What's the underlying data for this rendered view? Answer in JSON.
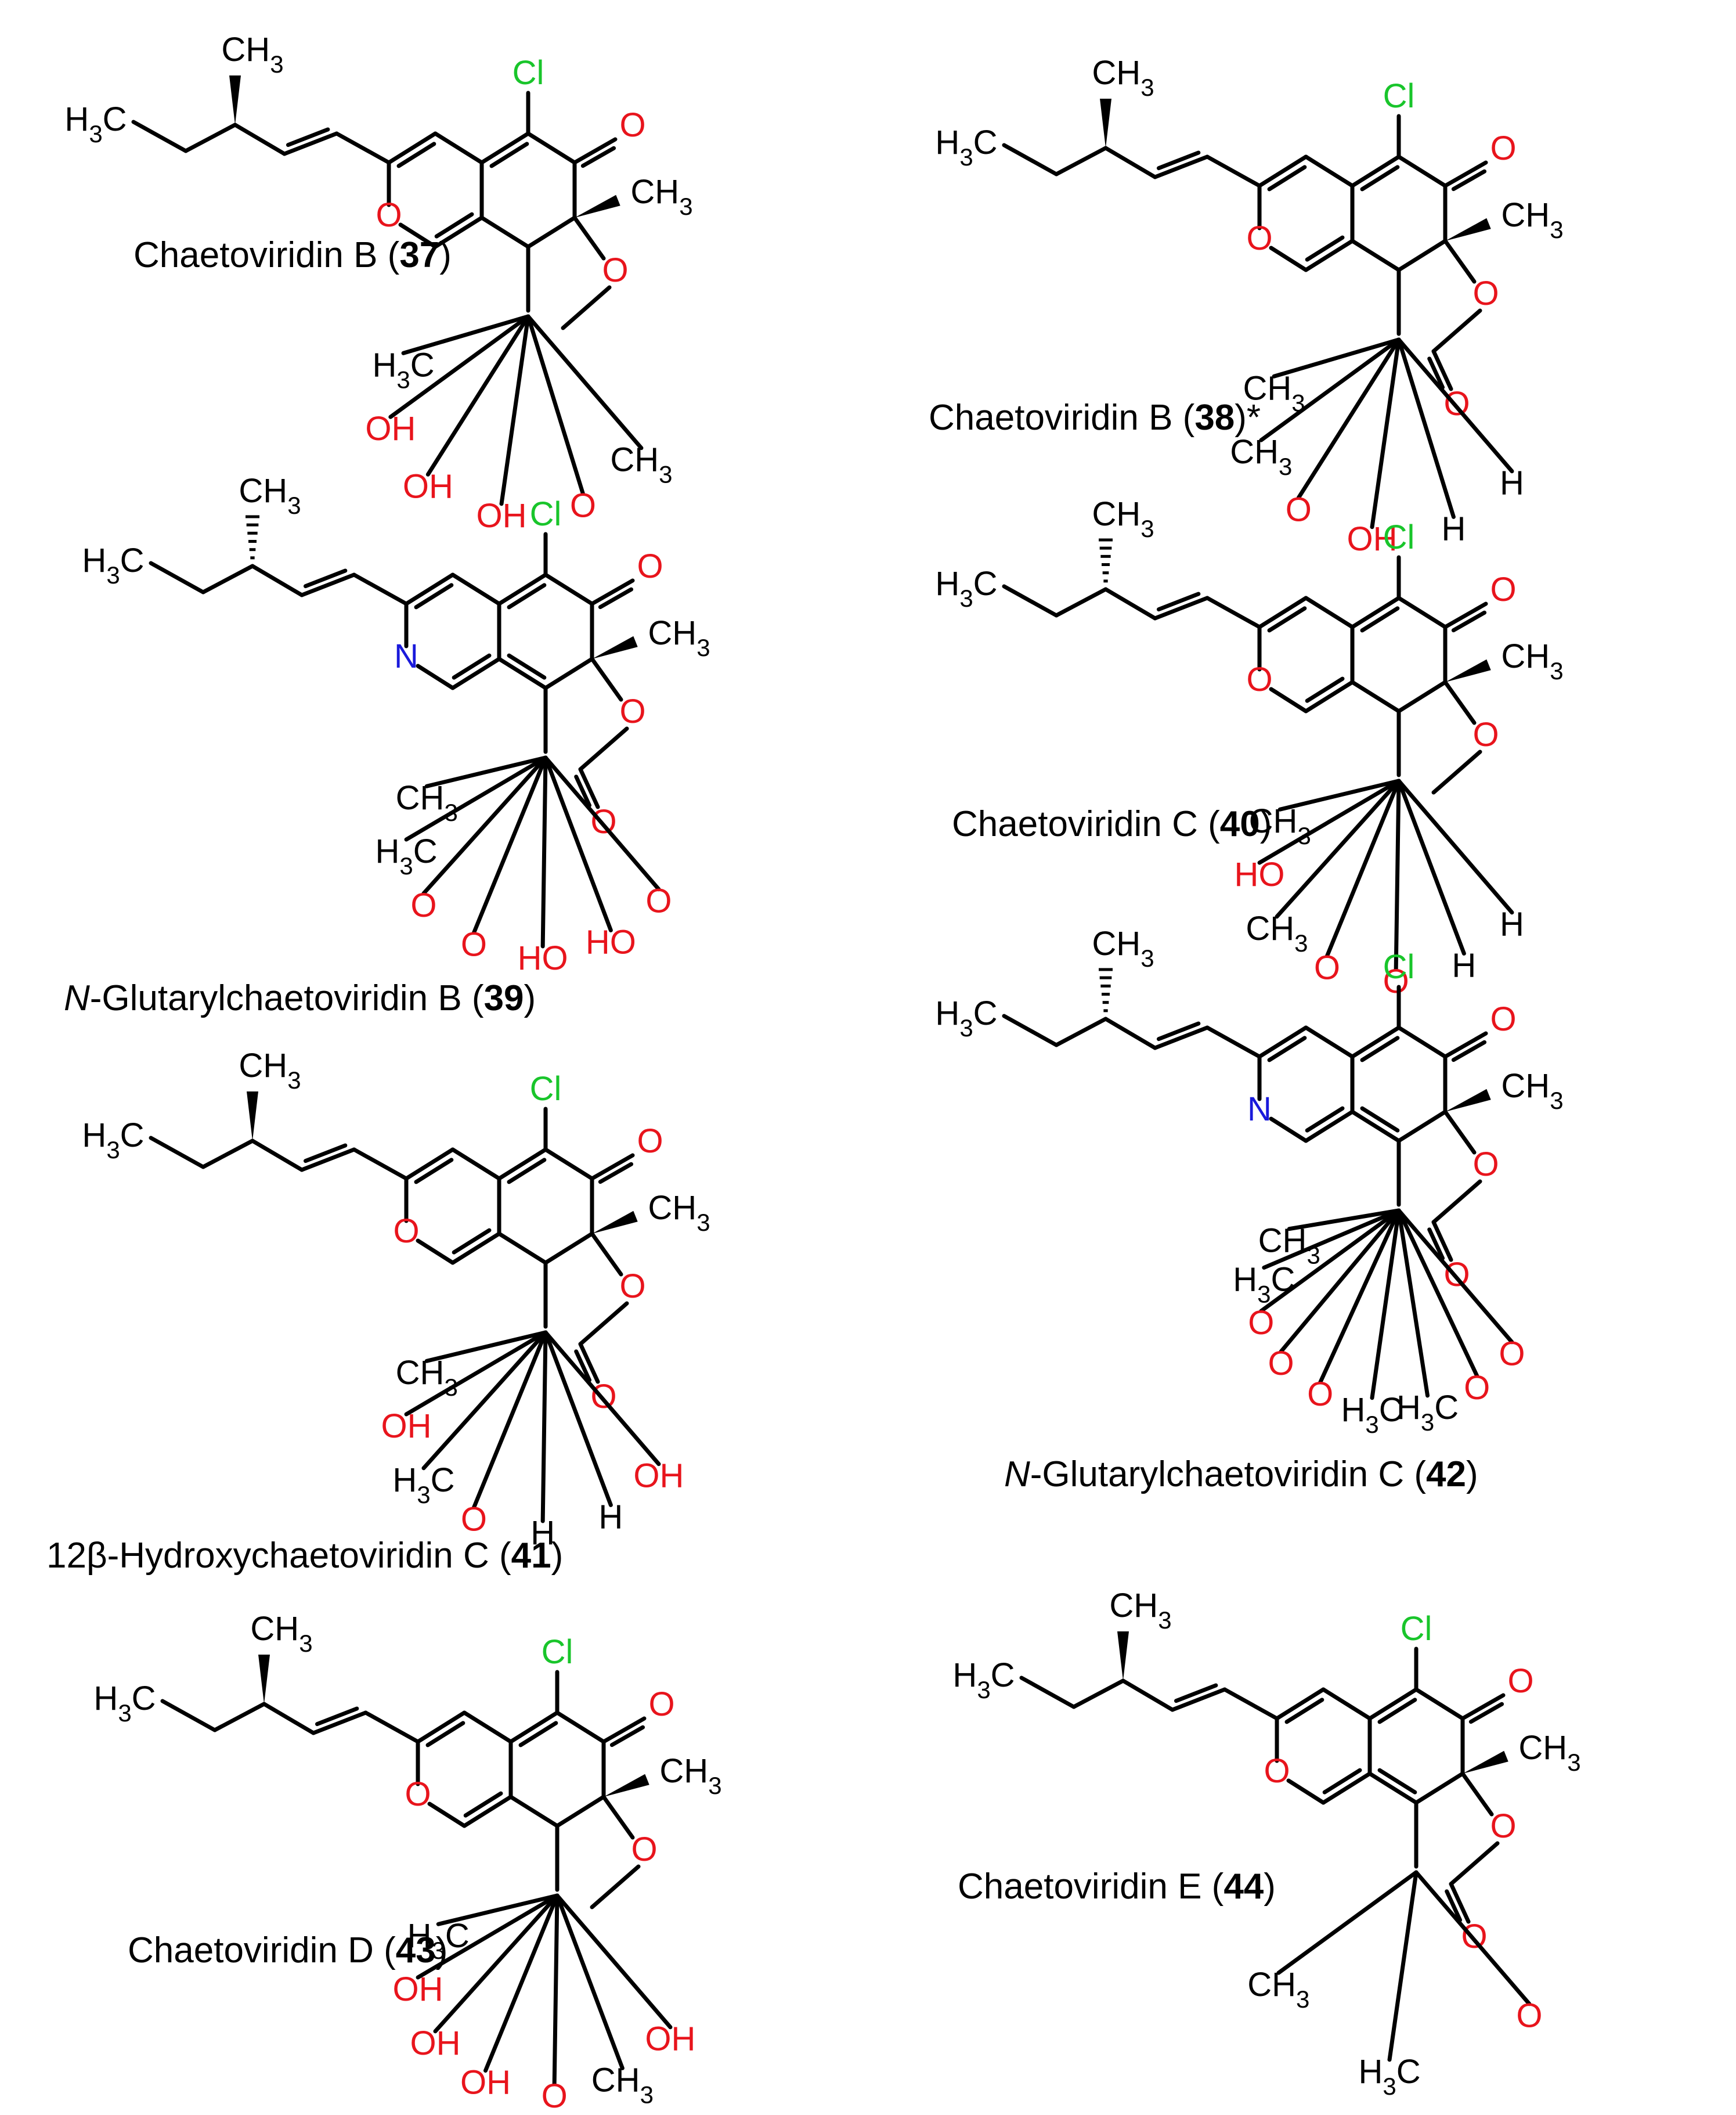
{
  "compounds": [
    {
      "name_prefix": "",
      "name_italic": "",
      "name_main": "Chaetoviridin B (",
      "number": "37",
      "name_suffix": ")",
      "atoms": {
        "cl": "Cl",
        "methyl_top": "CH3",
        "h3c_left": "H3C",
        "o_ring": "O",
        "o_keto": "O",
        "ch3_ring": "CH3",
        "o_furan": "O",
        "ch3_side": "CH3",
        "o_acid": "O",
        "oh_acid": "OH",
        "oh_mid": "OH",
        "oh_side": "OH",
        "h3c_bottom": "H3C"
      }
    },
    {
      "name_prefix": "",
      "name_italic": "",
      "name_main": "Chaetoviridin B (",
      "number": "38",
      "name_suffix": ")*",
      "atoms": {
        "cl": "Cl",
        "methyl_top": "CH3",
        "h3c_left": "H3C",
        "o_ring": "O",
        "o_keto": "O",
        "ch3_ring": "CH3",
        "o_furan": "O",
        "h1": "H",
        "h2": "H",
        "oh": "OH",
        "o_lac_co": "O",
        "o_lac": "O",
        "ch3_a": "CH3",
        "ch3_b": "CH3"
      }
    },
    {
      "name_prefix": "",
      "name_italic": "N",
      "name_main": "-Glutarylchaetoviridin B (",
      "number": "39",
      "name_suffix": ")",
      "atoms": {
        "cl": "Cl",
        "methyl_top": "CH3",
        "h3c_left": "H3C",
        "n": "N",
        "o_keto": "O",
        "ch3_ring": "CH3",
        "o_furan": "O",
        "o_lac": "O",
        "o_acid1": "O",
        "ho_acid1": "HO",
        "ho_acid2": "HO",
        "o_acid2": "O",
        "o_acyl": "O",
        "h3c_vinyl": "H3C",
        "ch3_vinyl": "CH3"
      }
    },
    {
      "name_prefix": "",
      "name_italic": "",
      "name_main": "Chaetoviridin C (",
      "number": "40",
      "name_suffix": ")",
      "atoms": {
        "cl": "Cl",
        "methyl_top": "CH3",
        "h3c_left": "H3C",
        "o_ring": "O",
        "o_keto": "O",
        "ch3_ring": "CH3",
        "o_furan": "O",
        "h1": "H",
        "h2": "H",
        "o_ketone": "O",
        "o_side": "O",
        "ch3_side": "CH3",
        "ho_side": "HO",
        "ch3_end": "CH3"
      }
    },
    {
      "name_prefix": "12β-Hydroxy",
      "name_italic": "",
      "name_main": "chaetoviridin C (",
      "number": "41",
      "name_suffix": ")",
      "atoms": {
        "cl": "Cl",
        "methyl_top": "CH3",
        "h3c_left": "H3C",
        "oh_left": "OH",
        "o_ring": "O",
        "o_keto": "O",
        "ch3_ring": "CH3",
        "o_furan": "O",
        "o_lac": "O",
        "h1": "H",
        "h2": "H",
        "o_side": "O",
        "h3c_side": "H3C",
        "oh_side": "OH",
        "ch3_end": "CH3"
      }
    },
    {
      "name_prefix": "",
      "name_italic": "N",
      "name_main": "-Glutarylchaetoviridin C (",
      "number": "42",
      "name_suffix": ")",
      "atoms": {
        "cl": "Cl",
        "methyl_top": "CH3",
        "h3c_left": "H3C",
        "n": "N",
        "o_keto": "O",
        "ch3_ring": "CH3",
        "o_furan": "O",
        "o_lac": "O",
        "o_ester1": "O",
        "o_ester1b": "O",
        "h3c_ester1": "H3C",
        "h3c_ester2": "H3C",
        "o_ester2": "O",
        "o_ester2b": "O",
        "o_acyl": "O",
        "h3c_vinyl": "H3C",
        "ch3_vinyl": "CH3"
      }
    },
    {
      "name_prefix": "",
      "name_italic": "",
      "name_main": "Chaetoviridin D (",
      "number": "43",
      "name_suffix": ")",
      "atoms": {
        "cl": "Cl",
        "methyl_top": "CH3",
        "h3c_left": "H3C",
        "oh_left": "OH",
        "o_ring": "O",
        "o_keto": "O",
        "ch3_ring": "CH3",
        "o_furan": "O",
        "ch3_side": "CH3",
        "o_acid": "O",
        "oh_acid": "OH",
        "oh_mid": "OH",
        "oh_side": "OH",
        "h3c_bottom": "H3C"
      }
    },
    {
      "name_prefix": "",
      "name_italic": "",
      "name_main": "Chaetoviridin E (",
      "number": "44",
      "name_suffix": ")",
      "atoms": {
        "cl": "Cl",
        "methyl_top": "CH3",
        "h3c_left": "H3C",
        "o_ring": "O",
        "o_keto": "O",
        "ch3_ring": "CH3",
        "o_furan": "O",
        "o_lac": "O",
        "o_acyl": "O",
        "h3c_vinyl": "H3C",
        "ch3_vinyl": "CH3"
      }
    }
  ],
  "colors": {
    "carbon": "#000000",
    "oxygen": "#e8141c",
    "chlorine": "#19c52b",
    "nitrogen": "#1a1adb"
  }
}
